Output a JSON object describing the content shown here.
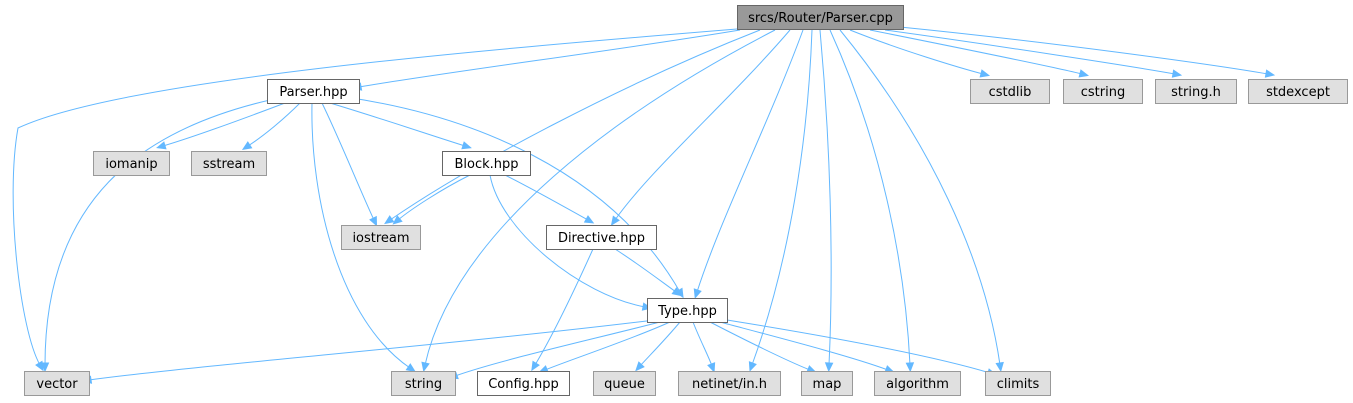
{
  "diagram": {
    "type": "include-dependency-graph",
    "colors": {
      "root_fill": "#999999",
      "root_border": "#666666",
      "project_fill": "#ffffff",
      "project_border": "#666666",
      "system_fill": "#e0e0e0",
      "system_border": "#999999",
      "edge": "#63b8ff",
      "text": "#000000"
    },
    "nodes": [
      {
        "id": "parser_cpp",
        "label": "srcs/Router/Parser.cpp",
        "kind": "root"
      },
      {
        "id": "parser_hpp",
        "label": "Parser.hpp",
        "kind": "project"
      },
      {
        "id": "block_hpp",
        "label": "Block.hpp",
        "kind": "project"
      },
      {
        "id": "directive_hpp",
        "label": "Directive.hpp",
        "kind": "project"
      },
      {
        "id": "type_hpp",
        "label": "Type.hpp",
        "kind": "project"
      },
      {
        "id": "config_hpp",
        "label": "Config.hpp",
        "kind": "project"
      },
      {
        "id": "cstdlib",
        "label": "cstdlib",
        "kind": "system"
      },
      {
        "id": "cstring",
        "label": "cstring",
        "kind": "system"
      },
      {
        "id": "string_h",
        "label": "string.h",
        "kind": "system"
      },
      {
        "id": "stdexcept",
        "label": "stdexcept",
        "kind": "system"
      },
      {
        "id": "iomanip",
        "label": "iomanip",
        "kind": "system"
      },
      {
        "id": "sstream",
        "label": "sstream",
        "kind": "system"
      },
      {
        "id": "iostream",
        "label": "iostream",
        "kind": "system"
      },
      {
        "id": "vector",
        "label": "vector",
        "kind": "system"
      },
      {
        "id": "string",
        "label": "string",
        "kind": "system"
      },
      {
        "id": "queue",
        "label": "queue",
        "kind": "system"
      },
      {
        "id": "netinet_in_h",
        "label": "netinet/in.h",
        "kind": "system"
      },
      {
        "id": "map",
        "label": "map",
        "kind": "system"
      },
      {
        "id": "algorithm",
        "label": "algorithm",
        "kind": "system"
      },
      {
        "id": "climits",
        "label": "climits",
        "kind": "system"
      }
    ],
    "edges": [
      {
        "from": "parser_cpp",
        "to": "parser_hpp"
      },
      {
        "from": "parser_cpp",
        "to": "vector"
      },
      {
        "from": "parser_cpp",
        "to": "iostream"
      },
      {
        "from": "parser_cpp",
        "to": "string"
      },
      {
        "from": "parser_cpp",
        "to": "directive_hpp"
      },
      {
        "from": "parser_cpp",
        "to": "type_hpp"
      },
      {
        "from": "parser_cpp",
        "to": "netinet_in_h"
      },
      {
        "from": "parser_cpp",
        "to": "map"
      },
      {
        "from": "parser_cpp",
        "to": "algorithm"
      },
      {
        "from": "parser_cpp",
        "to": "climits"
      },
      {
        "from": "parser_cpp",
        "to": "cstdlib"
      },
      {
        "from": "parser_cpp",
        "to": "cstring"
      },
      {
        "from": "parser_cpp",
        "to": "string_h"
      },
      {
        "from": "parser_cpp",
        "to": "stdexcept"
      },
      {
        "from": "parser_hpp",
        "to": "vector"
      },
      {
        "from": "parser_hpp",
        "to": "iomanip"
      },
      {
        "from": "parser_hpp",
        "to": "sstream"
      },
      {
        "from": "parser_hpp",
        "to": "iostream"
      },
      {
        "from": "parser_hpp",
        "to": "string"
      },
      {
        "from": "parser_hpp",
        "to": "block_hpp"
      },
      {
        "from": "parser_hpp",
        "to": "type_hpp"
      },
      {
        "from": "block_hpp",
        "to": "iostream"
      },
      {
        "from": "block_hpp",
        "to": "directive_hpp"
      },
      {
        "from": "block_hpp",
        "to": "type_hpp"
      },
      {
        "from": "directive_hpp",
        "to": "type_hpp"
      },
      {
        "from": "directive_hpp",
        "to": "config_hpp"
      },
      {
        "from": "type_hpp",
        "to": "vector"
      },
      {
        "from": "type_hpp",
        "to": "string"
      },
      {
        "from": "type_hpp",
        "to": "config_hpp"
      },
      {
        "from": "type_hpp",
        "to": "queue"
      },
      {
        "from": "type_hpp",
        "to": "netinet_in_h"
      },
      {
        "from": "type_hpp",
        "to": "map"
      },
      {
        "from": "type_hpp",
        "to": "algorithm"
      },
      {
        "from": "type_hpp",
        "to": "climits"
      }
    ]
  }
}
